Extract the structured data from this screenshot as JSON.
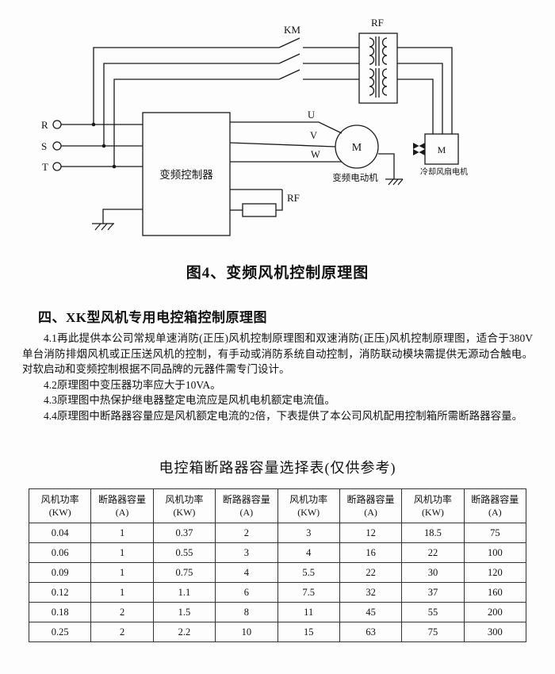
{
  "diagram": {
    "labels": {
      "km": "KM",
      "rf_transformer": "RF",
      "rf_resistor": "RF",
      "phase_r": "R",
      "phase_s": "S",
      "phase_t": "T",
      "out_u": "U",
      "out_v": "V",
      "out_w": "W",
      "controller": "变频控制器",
      "motor_m": "M",
      "motor_caption": "变频电动机",
      "fan_m": "M",
      "fan_caption": "冷却风扇电机"
    },
    "caption": "图4、变频风机控制原理图"
  },
  "section": {
    "heading": "四、XK型风机专用电控箱控制原理图",
    "paragraphs": [
      "4.1再此提供本公司常规单速消防(正压)风机控制原理图和双速消防(正压)风机控制原理图，适合于380V单台消防排烟风机或正压送风机的控制，有手动或消防系统自动控制，消防联动模块需提供无源动合触电。对软启动和变频控制根据不同品牌的元器件需专门设计。",
      "4.2原理图中变压器功率应大于10VA。",
      "4.3原理图中热保护继电器整定电流应是风机电机额定电流值。",
      "4.4原理图中断路器容量应是风机额定电流的2倍，下表提供了本公司风机配用控制箱所需断路器容量。"
    ]
  },
  "table": {
    "title": "电控箱断路器容量选择表(仅供参考)",
    "headers": [
      {
        "line1": "风机功率",
        "line2": "(KW)"
      },
      {
        "line1": "断路器容量",
        "line2": "(A)"
      },
      {
        "line1": "风机功率",
        "line2": "(KW)"
      },
      {
        "line1": "断路器容量",
        "line2": "(A)"
      },
      {
        "line1": "风机功率",
        "line2": "(KW)"
      },
      {
        "line1": "断路器容量",
        "line2": "(A)"
      },
      {
        "line1": "风机功率",
        "line2": "(KW)"
      },
      {
        "line1": "断路器容量",
        "line2": "(A)"
      }
    ],
    "rows": [
      [
        "0.04",
        "1",
        "0.37",
        "2",
        "3",
        "12",
        "18.5",
        "75"
      ],
      [
        "0.06",
        "1",
        "0.55",
        "3",
        "4",
        "16",
        "22",
        "100"
      ],
      [
        "0.09",
        "1",
        "0.75",
        "4",
        "5.5",
        "22",
        "30",
        "120"
      ],
      [
        "0.12",
        "1",
        "1.1",
        "6",
        "7.5",
        "32",
        "37",
        "160"
      ],
      [
        "0.18",
        "2",
        "1.5",
        "8",
        "11",
        "45",
        "55",
        "200"
      ],
      [
        "0.25",
        "2",
        "2.2",
        "10",
        "15",
        "63",
        "75",
        "300"
      ]
    ]
  }
}
